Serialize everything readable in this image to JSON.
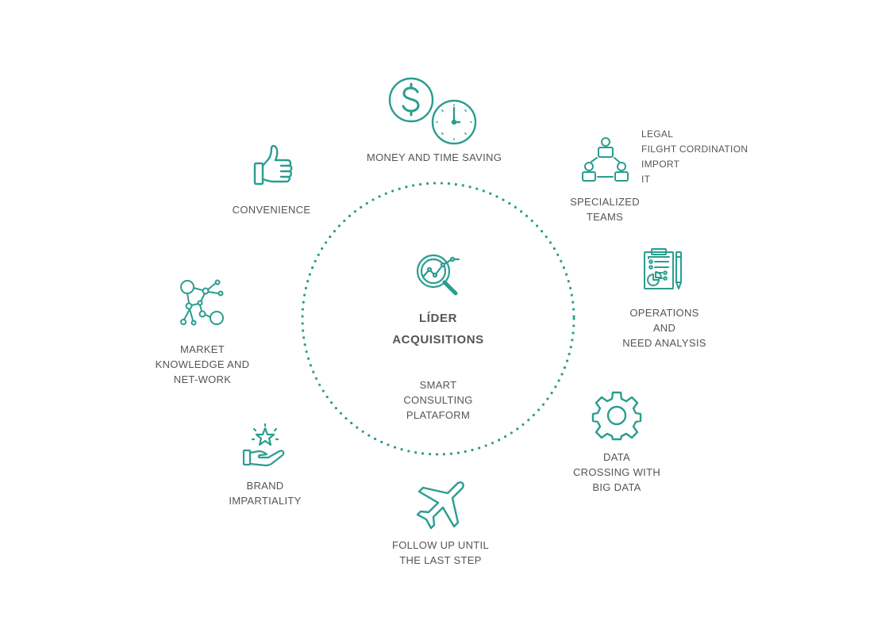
{
  "colors": {
    "accent": "#2a9d8f",
    "text": "#555555"
  },
  "center": {
    "title_lines": [
      "LÍDER",
      "ACQUISITIONS"
    ],
    "subtitle_lines": [
      "SMART",
      "CONSULTING",
      "PLATAFORM"
    ],
    "icon": "analytics-magnifier-icon"
  },
  "nodes": {
    "money": {
      "lines": [
        "MONEY AND TIME SAVING"
      ],
      "icon": "dollar-clock-icon"
    },
    "teams": {
      "lines": [
        "SPECIALIZED",
        "TEAMS"
      ],
      "icon": "team-network-icon",
      "list": [
        "LEGAL",
        "FILGHT CORDINATION",
        "IMPORT",
        "IT"
      ]
    },
    "operations": {
      "lines": [
        "OPERATIONS",
        "AND",
        "NEED ANALYSIS"
      ],
      "icon": "clipboard-report-icon"
    },
    "data": {
      "lines": [
        "DATA",
        "CROSSING WITH",
        "BIG DATA"
      ],
      "icon": "gear-icon"
    },
    "followup": {
      "lines": [
        "FOLLOW UP UNTIL",
        "THE LAST STEP"
      ],
      "icon": "airplane-icon"
    },
    "brand": {
      "lines": [
        "BRAND",
        "IMPARTIALITY"
      ],
      "icon": "hand-star-icon"
    },
    "market": {
      "lines": [
        "MARKET",
        "KNOWLEDGE AND",
        "NET-WORK"
      ],
      "icon": "network-nodes-icon"
    },
    "convenience": {
      "lines": [
        "CONVENIENCE"
      ],
      "icon": "thumbs-up-icon"
    }
  }
}
